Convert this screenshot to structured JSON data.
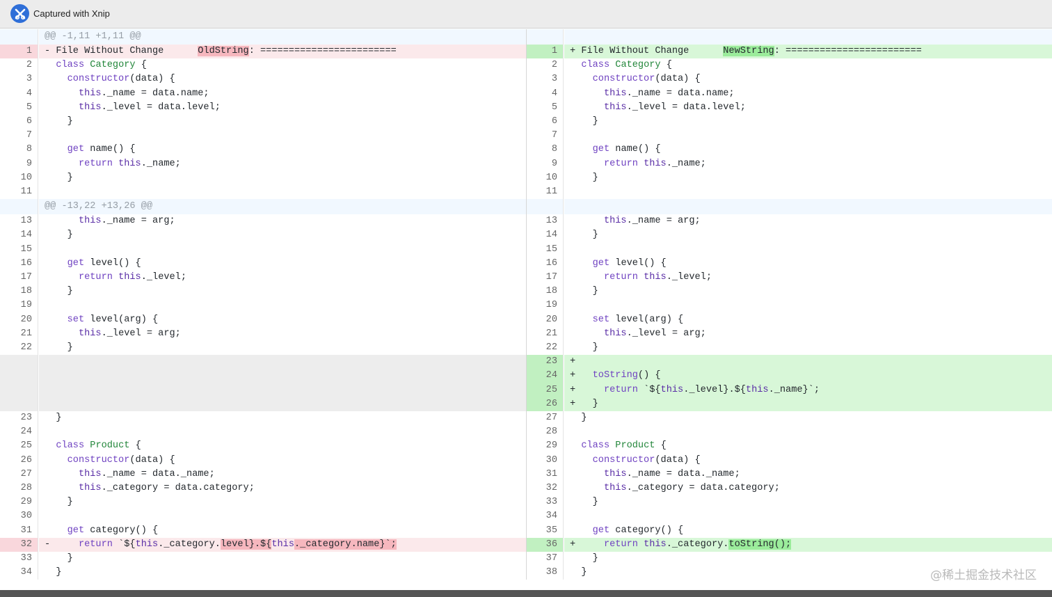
{
  "window": {
    "title": "Captured with Xnip"
  },
  "watermark": "@稀土掘金技术社区",
  "rows": [
    {
      "t": "hunk",
      "l": "@@ -1,11 +1,11 @@"
    },
    {
      "t": "mod",
      "ln": "1",
      "lc": [
        [
          "- File Without Change      ",
          ""
        ],
        [
          "OldString",
          "hl-del"
        ],
        [
          ": ========================",
          ""
        ]
      ],
      "rn": "1",
      "rc": [
        [
          "+ File Without Change      ",
          ""
        ],
        [
          "NewString",
          "hl-add"
        ],
        [
          ": ========================",
          ""
        ]
      ]
    },
    {
      "t": "ctx",
      "ln": "2",
      "rn": "2",
      "c": [
        [
          "  ",
          ""
        ],
        [
          "class",
          "kw"
        ],
        [
          " ",
          ""
        ],
        [
          "Category",
          "cls"
        ],
        [
          " {",
          ""
        ]
      ]
    },
    {
      "t": "ctx",
      "ln": "3",
      "rn": "3",
      "c": [
        [
          "    ",
          ""
        ],
        [
          "constructor",
          "kw"
        ],
        [
          "(data) {",
          ""
        ]
      ]
    },
    {
      "t": "ctx",
      "ln": "4",
      "rn": "4",
      "c": [
        [
          "      ",
          ""
        ],
        [
          "this",
          "this"
        ],
        [
          "._name = data.name;",
          ""
        ]
      ]
    },
    {
      "t": "ctx",
      "ln": "5",
      "rn": "5",
      "c": [
        [
          "      ",
          ""
        ],
        [
          "this",
          "this"
        ],
        [
          "._level = data.level;",
          ""
        ]
      ]
    },
    {
      "t": "ctx",
      "ln": "6",
      "rn": "6",
      "c": [
        [
          "    }",
          ""
        ]
      ]
    },
    {
      "t": "ctx",
      "ln": "7",
      "rn": "7",
      "c": [
        [
          "",
          ""
        ]
      ]
    },
    {
      "t": "ctx",
      "ln": "8",
      "rn": "8",
      "c": [
        [
          "    ",
          ""
        ],
        [
          "get",
          "kw"
        ],
        [
          " name() {",
          ""
        ]
      ]
    },
    {
      "t": "ctx",
      "ln": "9",
      "rn": "9",
      "c": [
        [
          "      ",
          ""
        ],
        [
          "return",
          "kw"
        ],
        [
          " ",
          ""
        ],
        [
          "this",
          "this"
        ],
        [
          "._name;",
          ""
        ]
      ]
    },
    {
      "t": "ctx",
      "ln": "10",
      "rn": "10",
      "c": [
        [
          "    }",
          ""
        ]
      ]
    },
    {
      "t": "ctx",
      "ln": "11",
      "rn": "11",
      "c": [
        [
          "",
          ""
        ]
      ]
    },
    {
      "t": "hunk",
      "l": "@@ -13,22 +13,26 @@"
    },
    {
      "t": "ctx",
      "ln": "13",
      "rn": "13",
      "c": [
        [
          "      ",
          ""
        ],
        [
          "this",
          "this"
        ],
        [
          "._name = arg;",
          ""
        ]
      ]
    },
    {
      "t": "ctx",
      "ln": "14",
      "rn": "14",
      "c": [
        [
          "    }",
          ""
        ]
      ]
    },
    {
      "t": "ctx",
      "ln": "15",
      "rn": "15",
      "c": [
        [
          "",
          ""
        ]
      ]
    },
    {
      "t": "ctx",
      "ln": "16",
      "rn": "16",
      "c": [
        [
          "    ",
          ""
        ],
        [
          "get",
          "kw"
        ],
        [
          " level() {",
          ""
        ]
      ]
    },
    {
      "t": "ctx",
      "ln": "17",
      "rn": "17",
      "c": [
        [
          "      ",
          ""
        ],
        [
          "return",
          "kw"
        ],
        [
          " ",
          ""
        ],
        [
          "this",
          "this"
        ],
        [
          "._level;",
          ""
        ]
      ]
    },
    {
      "t": "ctx",
      "ln": "18",
      "rn": "18",
      "c": [
        [
          "    }",
          ""
        ]
      ]
    },
    {
      "t": "ctx",
      "ln": "19",
      "rn": "19",
      "c": [
        [
          "",
          ""
        ]
      ]
    },
    {
      "t": "ctx",
      "ln": "20",
      "rn": "20",
      "c": [
        [
          "    ",
          ""
        ],
        [
          "set",
          "kw"
        ],
        [
          " level(arg) {",
          ""
        ]
      ]
    },
    {
      "t": "ctx",
      "ln": "21",
      "rn": "21",
      "c": [
        [
          "      ",
          ""
        ],
        [
          "this",
          "this"
        ],
        [
          "._level = arg;",
          ""
        ]
      ]
    },
    {
      "t": "ctx",
      "ln": "22",
      "rn": "22",
      "c": [
        [
          "    }",
          ""
        ]
      ]
    },
    {
      "t": "add",
      "rn": "23",
      "rc": [
        [
          "+",
          ""
        ]
      ]
    },
    {
      "t": "add",
      "rn": "24",
      "rc": [
        [
          "+   ",
          ""
        ],
        [
          "toString",
          "kw"
        ],
        [
          "() {",
          ""
        ]
      ]
    },
    {
      "t": "add",
      "rn": "25",
      "rc": [
        [
          "+     ",
          ""
        ],
        [
          "return",
          "kw"
        ],
        [
          " `${",
          ""
        ],
        [
          "this",
          "this"
        ],
        [
          "._level}.${",
          ""
        ],
        [
          "this",
          "this"
        ],
        [
          "._name}`;",
          ""
        ]
      ]
    },
    {
      "t": "add",
      "rn": "26",
      "rc": [
        [
          "+   }",
          ""
        ]
      ]
    },
    {
      "t": "ctx",
      "ln": "23",
      "rn": "27",
      "c": [
        [
          "  }",
          ""
        ]
      ]
    },
    {
      "t": "ctx",
      "ln": "24",
      "rn": "28",
      "c": [
        [
          "",
          ""
        ]
      ]
    },
    {
      "t": "ctx",
      "ln": "25",
      "rn": "29",
      "c": [
        [
          "  ",
          ""
        ],
        [
          "class",
          "kw"
        ],
        [
          " ",
          ""
        ],
        [
          "Product",
          "cls"
        ],
        [
          " {",
          ""
        ]
      ]
    },
    {
      "t": "ctx",
      "ln": "26",
      "rn": "30",
      "c": [
        [
          "    ",
          ""
        ],
        [
          "constructor",
          "kw"
        ],
        [
          "(data) {",
          ""
        ]
      ]
    },
    {
      "t": "ctx",
      "ln": "27",
      "rn": "31",
      "c": [
        [
          "      ",
          ""
        ],
        [
          "this",
          "this"
        ],
        [
          "._name = data._name;",
          ""
        ]
      ]
    },
    {
      "t": "ctx",
      "ln": "28",
      "rn": "32",
      "c": [
        [
          "      ",
          ""
        ],
        [
          "this",
          "this"
        ],
        [
          "._category = data.category;",
          ""
        ]
      ]
    },
    {
      "t": "ctx",
      "ln": "29",
      "rn": "33",
      "c": [
        [
          "    }",
          ""
        ]
      ]
    },
    {
      "t": "ctx",
      "ln": "30",
      "rn": "34",
      "c": [
        [
          "",
          ""
        ]
      ]
    },
    {
      "t": "ctx",
      "ln": "31",
      "rn": "35",
      "c": [
        [
          "    ",
          ""
        ],
        [
          "get",
          "kw"
        ],
        [
          " category() {",
          ""
        ]
      ]
    },
    {
      "t": "mod",
      "ln": "32",
      "lc": [
        [
          "-     ",
          ""
        ],
        [
          "return",
          "kw"
        ],
        [
          " ",
          ""
        ],
        [
          "`${",
          ""
        ],
        [
          "this",
          "this"
        ],
        [
          "._category.",
          ""
        ],
        [
          "level}.${",
          "hl-del"
        ],
        [
          "this",
          "this"
        ],
        [
          "._category.name}`;",
          "hl-del"
        ]
      ],
      "rn": "36",
      "rc": [
        [
          "+     ",
          ""
        ],
        [
          "return",
          "kw"
        ],
        [
          " ",
          ""
        ],
        [
          "this",
          "this"
        ],
        [
          "._category.",
          ""
        ],
        [
          "toString();",
          "hl-add"
        ]
      ]
    },
    {
      "t": "ctx",
      "ln": "33",
      "rn": "37",
      "c": [
        [
          "    }",
          ""
        ]
      ]
    },
    {
      "t": "ctx",
      "ln": "34",
      "rn": "38",
      "c": [
        [
          "  }",
          ""
        ]
      ]
    }
  ]
}
